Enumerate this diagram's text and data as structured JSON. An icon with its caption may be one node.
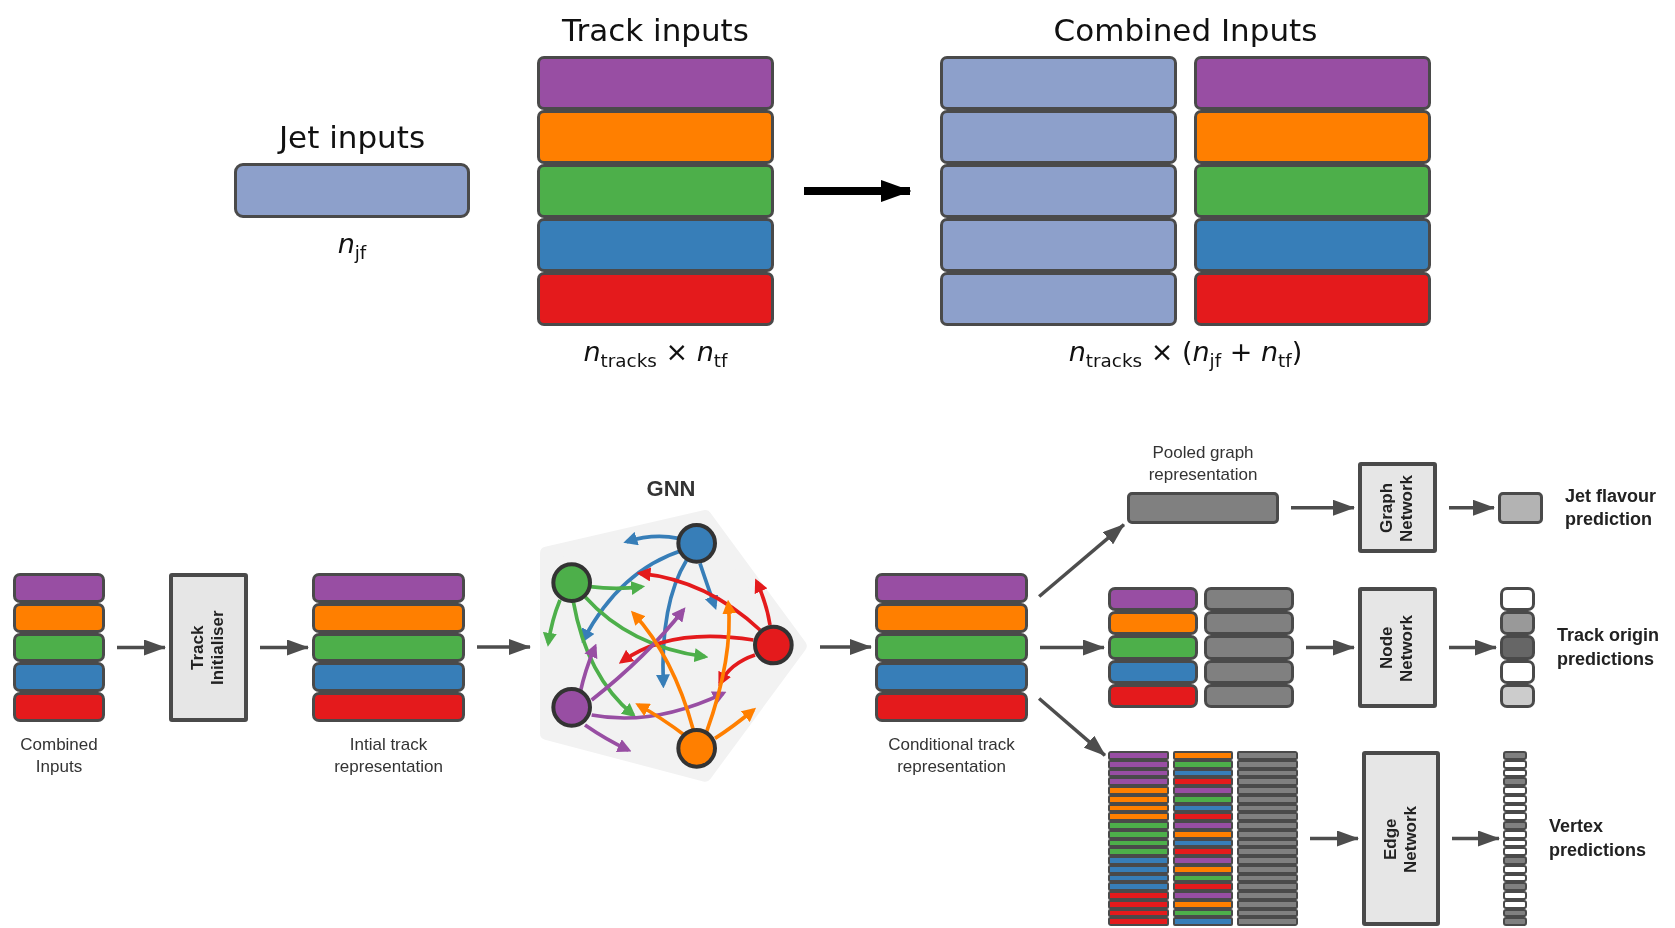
{
  "diagram": {
    "nodes": [
      {
        "text": [
          "Jet inputs"
        ],
        "beside": [
          "*n*$_{jf}$"
        ]
      },
      {
        "text": [
          "Track inputs"
        ],
        "beside": [
          "*n*$_{tracks}$ × *n*$_{tf}$"
        ]
      },
      {
        "text": [
          "Combined Inputs"
        ],
        "beside": [
          "*n*$_{tracks}$ × (*n*$_{jf}$ + *n*$_{tf}$)"
        ]
      },
      {
        "text": [
          "Combined Inputs"
        ]
      },
      {
        "text": [
          "Track Initialiser"
        ]
      },
      {
        "text": [
          "Intial track representation"
        ]
      },
      {
        "text": [
          "GNN"
        ]
      },
      {
        "text": [
          "Conditional track representation"
        ]
      },
      {
        "text": [
          "Pooled graph representation"
        ]
      },
      {
        "text": [
          "Graph Network"
        ]
      },
      {
        "text": [
          "Jet flavour prediction"
        ]
      },
      {
        "text": [],
        "shape": "box"
      },
      {
        "text": [
          "Node Network"
        ]
      },
      {
        "text": [
          "Track origin predictions"
        ]
      },
      {
        "text": [],
        "shape": "box"
      },
      {
        "text": [
          "Edge Network"
        ]
      },
      {
        "text": [
          "Vertex predictions"
        ]
      }
    ],
    "edges": [
      {
        "from": 1,
        "to": 2,
        "arrow": "to",
        "style": "thick",
        "color": "#000000"
      },
      {
        "from": 3,
        "to": 4,
        "arrow": "to"
      },
      {
        "from": 4,
        "to": 5,
        "arrow": "to"
      },
      {
        "from": 5,
        "to": 6,
        "arrow": "to"
      },
      {
        "from": 6,
        "to": 7,
        "arrow": "to"
      },
      {
        "from": 7,
        "to": 8,
        "arrow": "to"
      },
      {
        "from": 7,
        "to": 11,
        "arrow": "to"
      },
      {
        "from": 7,
        "to": 14,
        "arrow": "to"
      },
      {
        "from": 8,
        "to": 9,
        "arrow": "to"
      },
      {
        "from": 9,
        "to": 10,
        "arrow": "to"
      },
      {
        "from": 11,
        "to": 12,
        "arrow": "to"
      },
      {
        "from": 12,
        "to": 13,
        "arrow": "to"
      },
      {
        "from": 14,
        "to": 15,
        "arrow": "to"
      },
      {
        "from": 15,
        "to": 16,
        "arrow": "to"
      }
    ]
  }
}
